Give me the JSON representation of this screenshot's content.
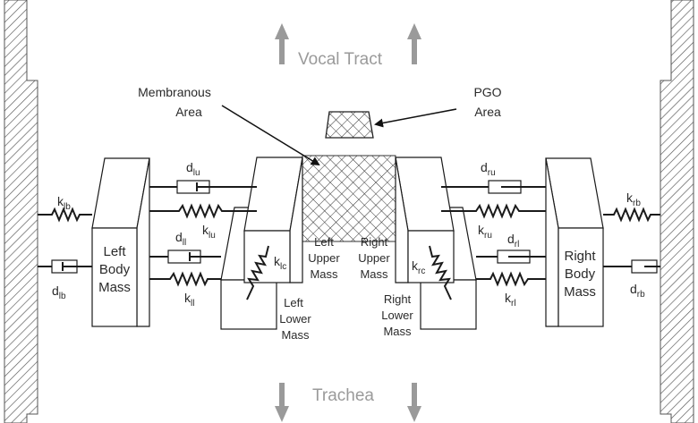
{
  "flow": {
    "top": "Vocal Tract",
    "bottom": "Trachea",
    "arrow_color": "#9a9a9a"
  },
  "callouts": {
    "membranous": [
      "Membranous",
      "Area"
    ],
    "pgo": [
      "PGO",
      "Area"
    ]
  },
  "masses": {
    "left_body": [
      "Left",
      "Body",
      "Mass"
    ],
    "right_body": [
      "Right",
      "Body",
      "Mass"
    ],
    "left_upper": [
      "Left",
      "Upper",
      "Mass"
    ],
    "right_upper": [
      "Right",
      "Upper",
      "Mass"
    ],
    "left_lower": [
      "Left",
      "Lower",
      "Mass"
    ],
    "right_lower": [
      "Right",
      "Lower",
      "Mass"
    ]
  },
  "elements": {
    "k_lb": {
      "main": "k",
      "sub": "lb"
    },
    "d_lb": {
      "main": "d",
      "sub": "lb"
    },
    "d_lu": {
      "main": "d",
      "sub": "lu"
    },
    "k_lu": {
      "main": "k",
      "sub": "lu"
    },
    "d_ll": {
      "main": "d",
      "sub": "ll"
    },
    "k_ll": {
      "main": "k",
      "sub": "ll"
    },
    "k_lc": {
      "main": "k",
      "sub": "lc"
    },
    "d_ru": {
      "main": "d",
      "sub": "ru"
    },
    "k_ru": {
      "main": "k",
      "sub": "ru"
    },
    "d_rl": {
      "main": "d",
      "sub": "rl"
    },
    "k_rl": {
      "main": "k",
      "sub": "rl"
    },
    "k_rc": {
      "main": "k",
      "sub": "rc"
    },
    "k_rb": {
      "main": "k",
      "sub": "rb"
    },
    "d_rb": {
      "main": "d",
      "sub": "rb"
    }
  }
}
